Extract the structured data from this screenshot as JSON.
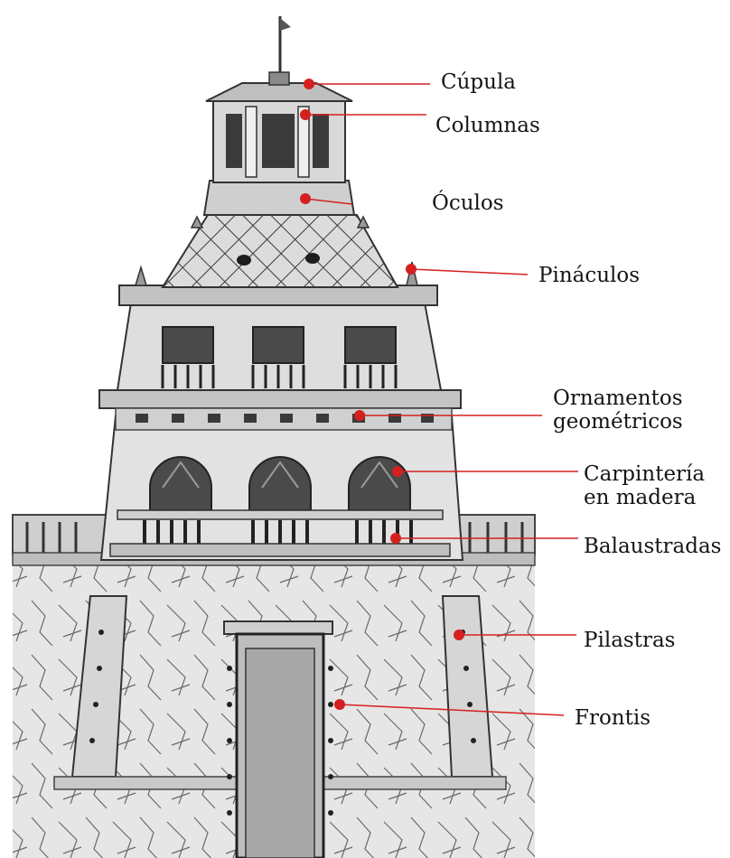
{
  "colors": {
    "marker": "#d42020",
    "leader": "#d42020",
    "ink": "#2b2b2b",
    "paper": "#ffffff"
  },
  "labels": [
    {
      "id": "cupula",
      "lines": [
        "Cúpula"
      ]
    },
    {
      "id": "columnas",
      "lines": [
        "Columnas"
      ]
    },
    {
      "id": "oculos",
      "lines": [
        "Óculos"
      ]
    },
    {
      "id": "pinaculos",
      "lines": [
        "Pináculos"
      ]
    },
    {
      "id": "ornamentos",
      "lines": [
        "Ornamentos",
        "geométricos"
      ]
    },
    {
      "id": "carpinteria",
      "lines": [
        "Carpintería",
        "en madera"
      ]
    },
    {
      "id": "balaustradas",
      "lines": [
        "Balaustradas"
      ]
    },
    {
      "id": "pilastras",
      "lines": [
        "Pilastras"
      ]
    },
    {
      "id": "frontis",
      "lines": [
        "Frontis"
      ]
    }
  ]
}
